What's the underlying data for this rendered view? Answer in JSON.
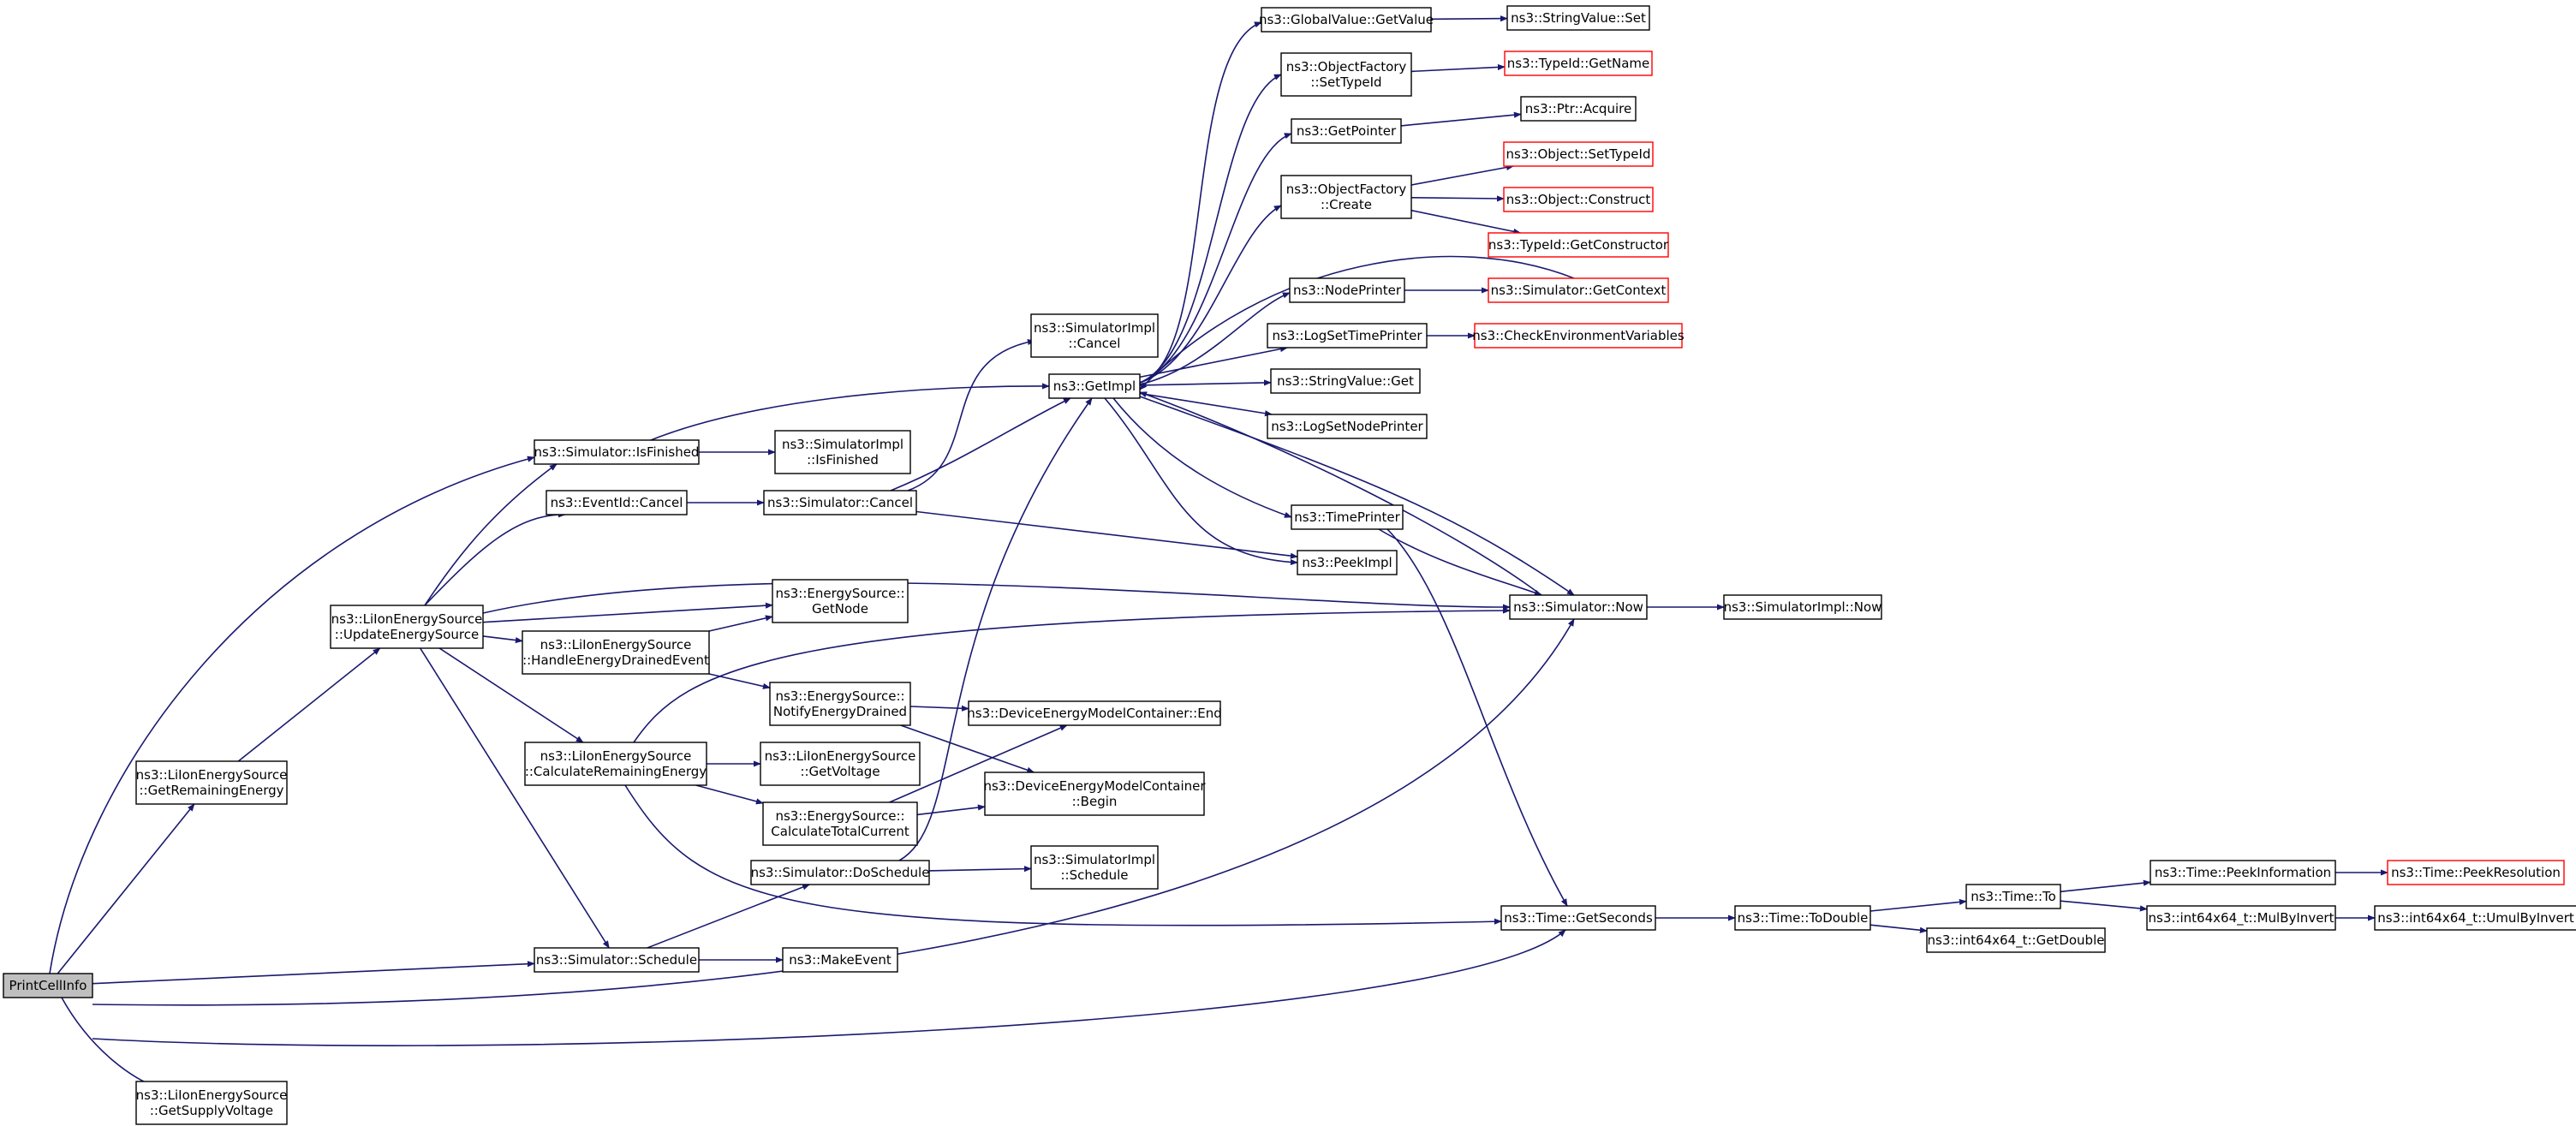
{
  "graph": {
    "edge_color": "#191970",
    "node_border_color": "#000000",
    "missing_node_border_color": "#ff0000",
    "root_fill_color": "#bfbfbf",
    "nodes": [
      {
        "id": "print",
        "lines": [
          "PrintCellInfo"
        ],
        "style": "root"
      },
      {
        "id": "getRemEnergy",
        "lines": [
          "ns3::LiIonEnergySource",
          "::GetRemainingEnergy"
        ]
      },
      {
        "id": "getSupplyV",
        "lines": [
          "ns3::LiIonEnergySource",
          "::GetSupplyVoltage"
        ]
      },
      {
        "id": "updateES",
        "lines": [
          "ns3::LiIonEnergySource",
          "::UpdateEnergySource"
        ]
      },
      {
        "id": "simIsFinished",
        "lines": [
          "ns3::Simulator::IsFinished"
        ]
      },
      {
        "id": "eventCancel",
        "lines": [
          "ns3::EventId::Cancel"
        ]
      },
      {
        "id": "handleDrained",
        "lines": [
          "ns3::LiIonEnergySource",
          "::HandleEnergyDrainedEvent"
        ]
      },
      {
        "id": "calcRemEnergy",
        "lines": [
          "ns3::LiIonEnergySource",
          "::CalculateRemainingEnergy"
        ]
      },
      {
        "id": "simSchedule",
        "lines": [
          "ns3::Simulator::Schedule"
        ]
      },
      {
        "id": "implIsFinished",
        "lines": [
          "ns3::SimulatorImpl",
          "::IsFinished"
        ]
      },
      {
        "id": "simCancel",
        "lines": [
          "ns3::Simulator::Cancel"
        ]
      },
      {
        "id": "getNode",
        "lines": [
          "ns3::EnergySource::",
          "GetNode"
        ]
      },
      {
        "id": "notifyDrained",
        "lines": [
          "ns3::EnergySource::",
          "NotifyEnergyDrained"
        ]
      },
      {
        "id": "getVoltage",
        "lines": [
          "ns3::LiIonEnergySource",
          "::GetVoltage"
        ]
      },
      {
        "id": "calcTotalCurrent",
        "lines": [
          "ns3::EnergySource::",
          "CalculateTotalCurrent"
        ]
      },
      {
        "id": "doSchedule",
        "lines": [
          "ns3::Simulator::DoSchedule"
        ]
      },
      {
        "id": "makeEvent",
        "lines": [
          "ns3::MakeEvent"
        ]
      },
      {
        "id": "implCancel",
        "lines": [
          "ns3::SimulatorImpl",
          "::Cancel"
        ]
      },
      {
        "id": "getImpl",
        "lines": [
          "ns3::GetImpl"
        ]
      },
      {
        "id": "demcEnd",
        "lines": [
          "ns3::DeviceEnergyModelContainer::End"
        ]
      },
      {
        "id": "demcBegin",
        "lines": [
          "ns3::DeviceEnergyModelContainer",
          "::Begin"
        ]
      },
      {
        "id": "implSchedule",
        "lines": [
          "ns3::SimulatorImpl",
          "::Schedule"
        ]
      },
      {
        "id": "gvGetValue",
        "lines": [
          "ns3::GlobalValue::GetValue"
        ]
      },
      {
        "id": "ofSetTypeId",
        "lines": [
          "ns3::ObjectFactory",
          "::SetTypeId"
        ]
      },
      {
        "id": "getPointer",
        "lines": [
          "ns3::GetPointer"
        ]
      },
      {
        "id": "ofCreate",
        "lines": [
          "ns3::ObjectFactory",
          "::Create"
        ]
      },
      {
        "id": "nodePrinter",
        "lines": [
          "ns3::NodePrinter"
        ]
      },
      {
        "id": "logSetTimePrinter",
        "lines": [
          "ns3::LogSetTimePrinter"
        ]
      },
      {
        "id": "svGet",
        "lines": [
          "ns3::StringValue::Get"
        ]
      },
      {
        "id": "logSetNodePrinter",
        "lines": [
          "ns3::LogSetNodePrinter"
        ]
      },
      {
        "id": "timePrinter",
        "lines": [
          "ns3::TimePrinter"
        ]
      },
      {
        "id": "peekImpl",
        "lines": [
          "ns3::PeekImpl"
        ]
      },
      {
        "id": "simNow",
        "lines": [
          "ns3::Simulator::Now"
        ]
      },
      {
        "id": "timeGetSeconds",
        "lines": [
          "ns3::Time::GetSeconds"
        ]
      },
      {
        "id": "svSet",
        "lines": [
          "ns3::StringValue::Set"
        ]
      },
      {
        "id": "typeIdGetName",
        "lines": [
          "ns3::TypeId::GetName"
        ],
        "style": "red"
      },
      {
        "id": "ptrAcquire",
        "lines": [
          "ns3::Ptr::Acquire"
        ]
      },
      {
        "id": "objSetTypeId",
        "lines": [
          "ns3::Object::SetTypeId"
        ],
        "style": "red"
      },
      {
        "id": "objConstruct",
        "lines": [
          "ns3::Object::Construct"
        ],
        "style": "red"
      },
      {
        "id": "typeIdGetCtor",
        "lines": [
          "ns3::TypeId::GetConstructor"
        ],
        "style": "red"
      },
      {
        "id": "simGetContext",
        "lines": [
          "ns3::Simulator::GetContext"
        ],
        "style": "red"
      },
      {
        "id": "checkEnvVars",
        "lines": [
          "ns3::CheckEnvironmentVariables"
        ],
        "style": "red"
      },
      {
        "id": "implNow",
        "lines": [
          "ns3::SimulatorImpl::Now"
        ]
      },
      {
        "id": "timeToDouble",
        "lines": [
          "ns3::Time::ToDouble"
        ]
      },
      {
        "id": "timeTo",
        "lines": [
          "ns3::Time::To"
        ]
      },
      {
        "id": "int64GetDouble",
        "lines": [
          "ns3::int64x64_t::GetDouble"
        ]
      },
      {
        "id": "timePeekInfo",
        "lines": [
          "ns3::Time::PeekInformation"
        ]
      },
      {
        "id": "int64MulByInvert",
        "lines": [
          "ns3::int64x64_t::MulByInvert"
        ]
      },
      {
        "id": "timePeekRes",
        "lines": [
          "ns3::Time::PeekResolution"
        ],
        "style": "red"
      },
      {
        "id": "int64UmulByInvert",
        "lines": [
          "ns3::int64x64_t::UmulByInvert"
        ]
      }
    ],
    "edges": [
      [
        "print",
        "simIsFinished"
      ],
      [
        "print",
        "getRemEnergy"
      ],
      [
        "print",
        "simSchedule"
      ],
      [
        "print",
        "simNow"
      ],
      [
        "print",
        "timeGetSeconds"
      ],
      [
        "print",
        "getSupplyV"
      ],
      [
        "getRemEnergy",
        "updateES"
      ],
      [
        "updateES",
        "simIsFinished"
      ],
      [
        "updateES",
        "eventCancel"
      ],
      [
        "updateES",
        "simNow"
      ],
      [
        "updateES",
        "getNode"
      ],
      [
        "updateES",
        "handleDrained"
      ],
      [
        "updateES",
        "calcRemEnergy"
      ],
      [
        "updateES",
        "simSchedule"
      ],
      [
        "simIsFinished",
        "getImpl"
      ],
      [
        "simIsFinished",
        "implIsFinished"
      ],
      [
        "eventCancel",
        "simCancel"
      ],
      [
        "simCancel",
        "implCancel"
      ],
      [
        "simCancel",
        "getImpl"
      ],
      [
        "simCancel",
        "peekImpl"
      ],
      [
        "handleDrained",
        "getNode"
      ],
      [
        "handleDrained",
        "notifyDrained"
      ],
      [
        "notifyDrained",
        "demcEnd"
      ],
      [
        "notifyDrained",
        "demcBegin"
      ],
      [
        "calcRemEnergy",
        "simNow"
      ],
      [
        "calcRemEnergy",
        "getVoltage"
      ],
      [
        "calcRemEnergy",
        "calcTotalCurrent"
      ],
      [
        "calcRemEnergy",
        "timeGetSeconds"
      ],
      [
        "calcTotalCurrent",
        "demcEnd"
      ],
      [
        "calcTotalCurrent",
        "demcBegin"
      ],
      [
        "simSchedule",
        "doSchedule"
      ],
      [
        "simSchedule",
        "makeEvent"
      ],
      [
        "doSchedule",
        "getImpl"
      ],
      [
        "doSchedule",
        "implSchedule"
      ],
      [
        "getImpl",
        "gvGetValue"
      ],
      [
        "getImpl",
        "ofSetTypeId"
      ],
      [
        "getImpl",
        "getPointer"
      ],
      [
        "getImpl",
        "ofCreate"
      ],
      [
        "getImpl",
        "nodePrinter"
      ],
      [
        "getImpl",
        "logSetTimePrinter"
      ],
      [
        "getImpl",
        "svGet"
      ],
      [
        "getImpl",
        "logSetNodePrinter"
      ],
      [
        "getImpl",
        "timePrinter"
      ],
      [
        "getImpl",
        "peekImpl"
      ],
      [
        "getImpl",
        "simNow"
      ],
      [
        "gvGetValue",
        "svSet"
      ],
      [
        "ofSetTypeId",
        "typeIdGetName"
      ],
      [
        "getPointer",
        "ptrAcquire"
      ],
      [
        "ofCreate",
        "objSetTypeId"
      ],
      [
        "ofCreate",
        "objConstruct"
      ],
      [
        "ofCreate",
        "typeIdGetCtor"
      ],
      [
        "nodePrinter",
        "simGetContext"
      ],
      [
        "simGetContext",
        "getImpl"
      ],
      [
        "logSetTimePrinter",
        "checkEnvVars"
      ],
      [
        "timePrinter",
        "simNow"
      ],
      [
        "timePrinter",
        "timeGetSeconds"
      ],
      [
        "simNow",
        "getImpl"
      ],
      [
        "simNow",
        "implNow"
      ],
      [
        "timeGetSeconds",
        "timeToDouble"
      ],
      [
        "timeToDouble",
        "timeTo"
      ],
      [
        "timeToDouble",
        "int64GetDouble"
      ],
      [
        "timeTo",
        "timePeekInfo"
      ],
      [
        "timeTo",
        "int64MulByInvert"
      ],
      [
        "timePeekInfo",
        "timePeekRes"
      ],
      [
        "int64MulByInvert",
        "int64UmulByInvert"
      ]
    ]
  }
}
